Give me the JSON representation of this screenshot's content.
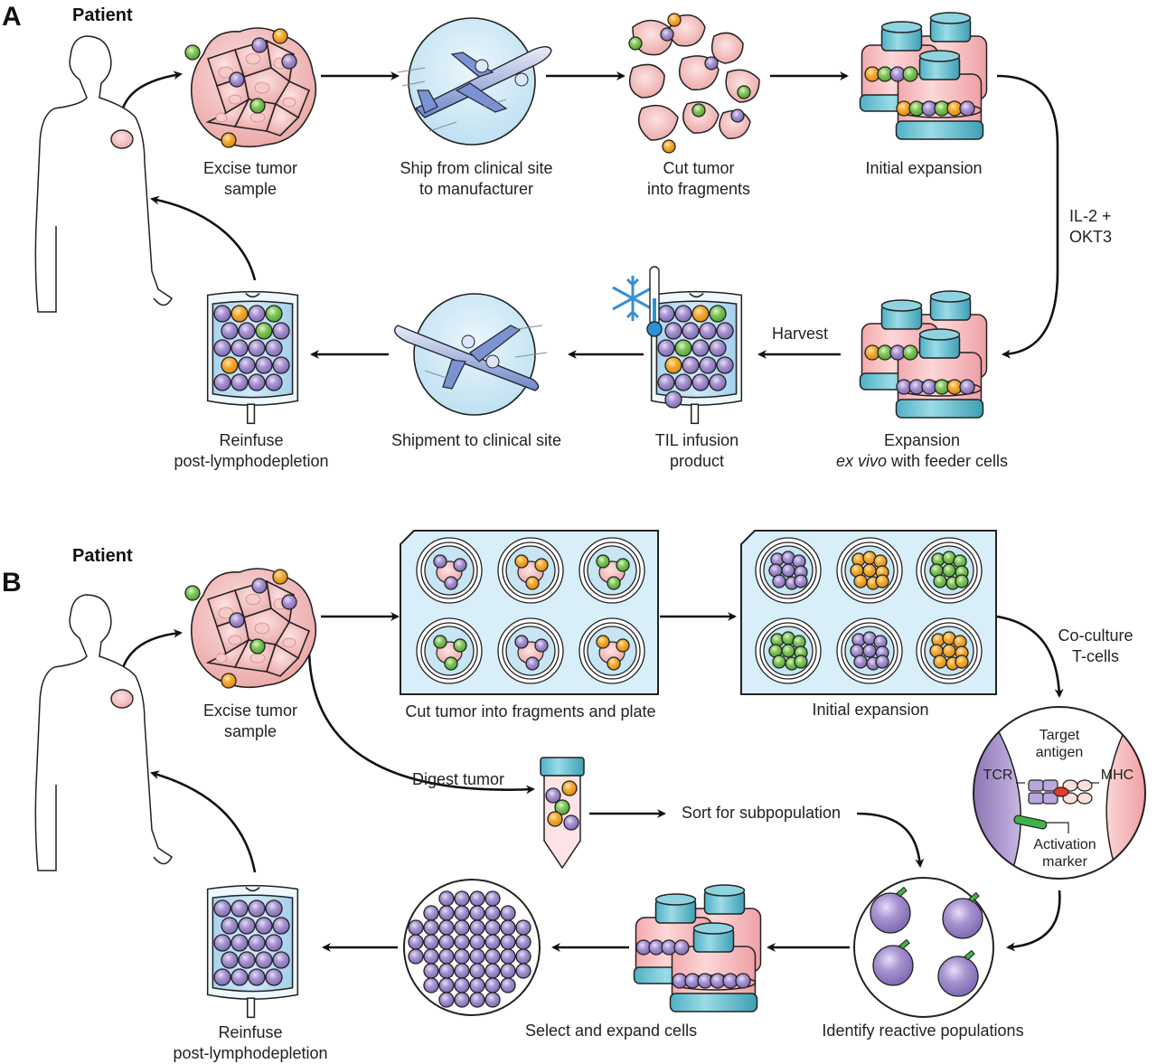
{
  "panel_a": {
    "label": "A",
    "patient": "Patient",
    "steps": [
      {
        "line1": "Excise tumor",
        "line2": "sample"
      },
      {
        "line1": "Ship from clinical site",
        "line2": "to manufacturer"
      },
      {
        "line1": "Cut tumor",
        "line2": "into fragments"
      },
      {
        "line1": "Initial expansion",
        "line2": ""
      },
      {
        "line1": "Expansion",
        "line2_italic": "ex vivo",
        "line2_rest": " with feeder cells"
      },
      {
        "line1": "TIL infusion",
        "line2": "product"
      },
      {
        "line1": "Shipment to clinical site",
        "line2": ""
      },
      {
        "line1": "Reinfuse",
        "line2": "post-lymphodepletion"
      }
    ],
    "arrow_labels": {
      "il2_line1": "IL-2 +",
      "il2_line2": "OKT3",
      "harvest": "Harvest"
    }
  },
  "panel_b": {
    "label": "B",
    "patient": "Patient",
    "steps": [
      {
        "line1": "Excise tumor",
        "line2": "sample"
      },
      {
        "line1": "Cut tumor into fragments and plate",
        "line2": ""
      },
      {
        "line1": "Initial expansion",
        "line2": ""
      },
      {
        "line1": "Identify reactive populations",
        "line2": ""
      },
      {
        "line1": "Select and expand cells",
        "line2": ""
      },
      {
        "line1": "Reinfuse",
        "line2": "post-lymphodepletion"
      }
    ],
    "arrow_labels": {
      "coculture_line1": "Co-culture",
      "coculture_line2": "T-cells",
      "digest": "Digest tumor",
      "sort": "Sort for subpopulation"
    },
    "synapse": {
      "tcr": "TCR",
      "mhc": "MHC",
      "target_line1": "Target",
      "target_line2": "antigen",
      "activation_line1": "Activation",
      "activation_line2": "marker"
    }
  },
  "colors": {
    "tumor_pink": "#f2b8b8",
    "cell_purple": "#a48fcb",
    "cell_green": "#7cc35a",
    "cell_orange": "#f0a830",
    "light_blue": "#d4ecf7",
    "cap_teal": "#6fc3d3",
    "arrow": "#111111"
  }
}
